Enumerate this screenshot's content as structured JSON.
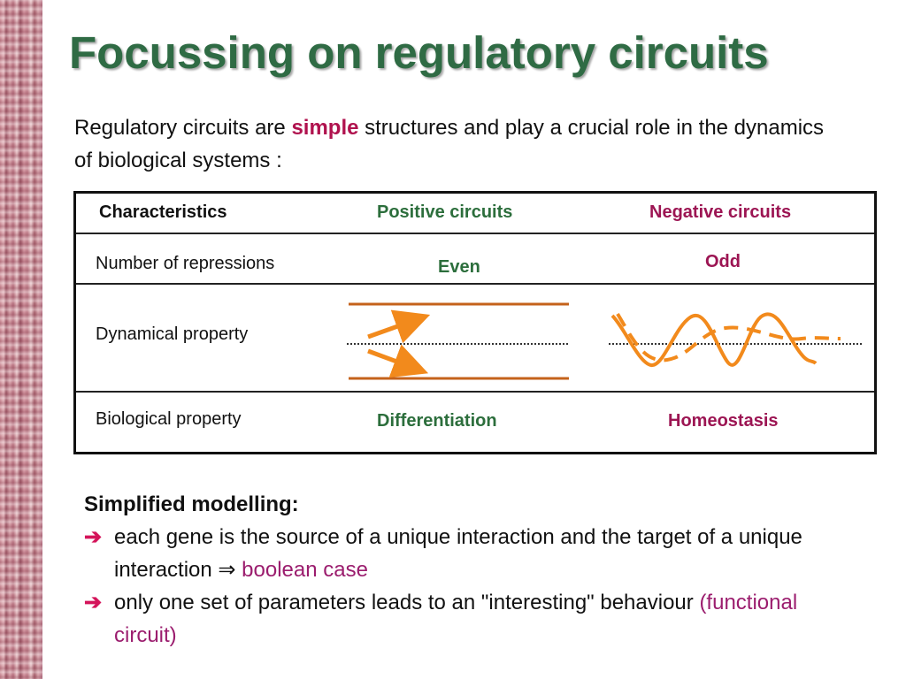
{
  "title": "Focussing on regulatory circuits",
  "intro": {
    "before": "Regulatory circuits are ",
    "emphasis": "simple",
    "after": " structures and  play a crucial role in the dynamics of biological systems :"
  },
  "table": {
    "headers": {
      "characteristics": "Characteristics",
      "positive": "Positive circuits",
      "negative": "Negative circuits"
    },
    "rows": {
      "repressions": {
        "label": "Number of repressions",
        "positive": "Even",
        "negative": "Odd"
      },
      "dynamical": {
        "label": "Dynamical property"
      },
      "biological": {
        "label": "Biological property",
        "positive": "Differentiation",
        "negative": "Homeostasis"
      }
    }
  },
  "modelling": {
    "heading": "Simplified modelling:",
    "bullet_symbol": "➔",
    "bullet1_text": "each gene is the source of a unique interaction and the target of a unique interaction ",
    "implies_symbol": "⇒",
    "bullet1_highlight": " boolean case",
    "bullet2_text": "only one set of parameters leads to an \"interesting\" behaviour ",
    "bullet2_highlight": "(functional circuit)"
  },
  "colors": {
    "title": "#2f6b44",
    "green_text": "#2c6e3c",
    "maroon_text": "#9c1553",
    "purple_text": "#9b1d6e",
    "orange_drawing": "#f28a1c",
    "brown_line": "#c4621b"
  }
}
